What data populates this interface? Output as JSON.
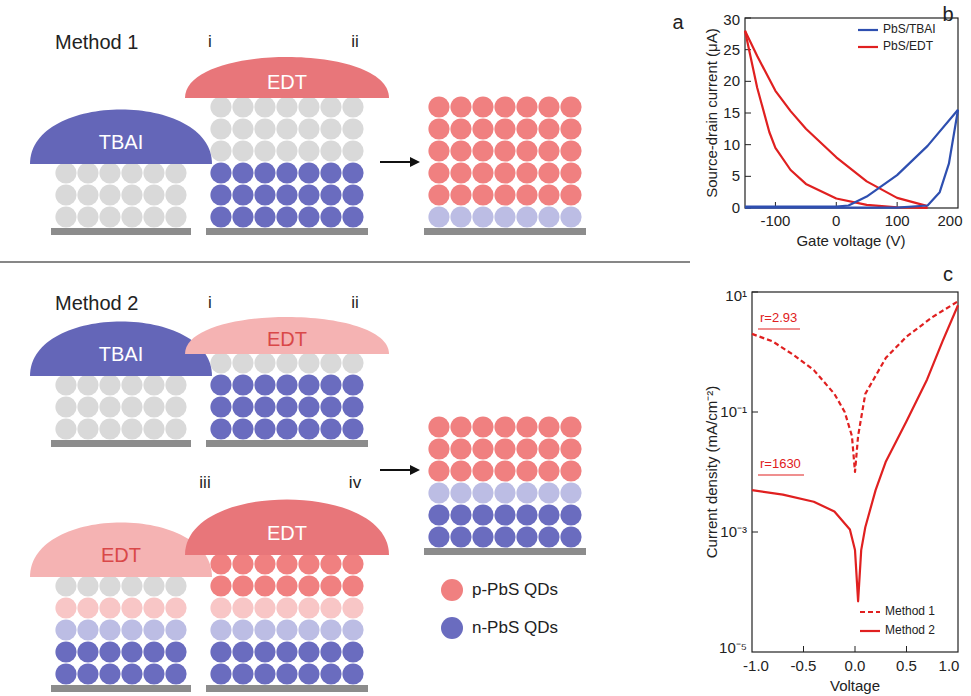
{
  "diagram": {
    "nodes": [
      {
        "text": [
          "TBAI"
        ]
      },
      {
        "text": [
          "EDT"
        ]
      },
      {
        "text": [
          "TBAI"
        ]
      },
      {
        "text": [
          "EDT"
        ]
      },
      {
        "text": [
          "EDT"
        ]
      },
      {
        "text": [
          "EDT"
        ]
      }
    ],
    "labels": [
      "a",
      "Method 1",
      "i",
      "ii",
      "Method 2",
      "i",
      "ii",
      "iii",
      "iv",
      "b",
      "Source-drain current (μA)",
      "0",
      "5",
      "10",
      "15",
      "20",
      "25",
      "30",
      "-100",
      "0",
      "100",
      "200",
      "Gate voltage (V)",
      "c",
      "Current density (mA/cm⁻²)",
      "10¹",
      "10⁻¹",
      "10⁻³",
      "10⁻⁵",
      "-1.0",
      "-0.5",
      "0.0",
      "0.5",
      "1.0",
      "Voltage",
      "r=2.93",
      "r=1630"
    ],
    "legend": [
      {
        "text": "p-PbS QDs",
        "color": "#f08080"
      },
      {
        "text": "n-PbS QDs",
        "color": "#6a6cbf"
      },
      {
        "text": "PbS/TBAI"
      },
      {
        "text": "PbS/EDT"
      },
      {
        "text": "Method 1"
      },
      {
        "text": "Method 2"
      }
    ]
  }
}
